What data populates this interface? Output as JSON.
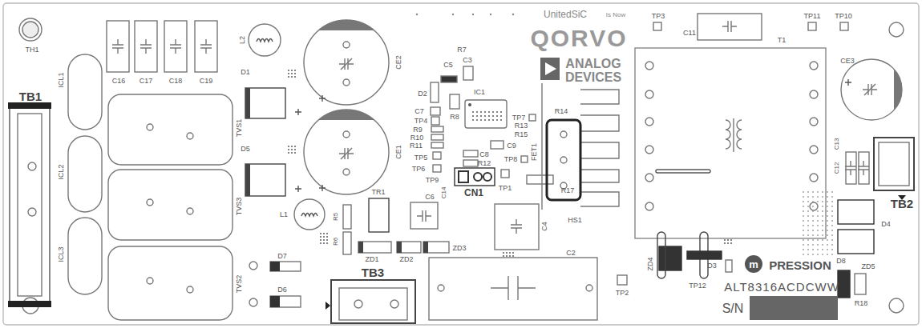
{
  "diagram": {
    "labels": [
      "TH1",
      "TB1",
      "ICL1",
      "ICL2",
      "ICL3",
      "C16",
      "C17",
      "C18",
      "C19",
      "L2",
      "D1",
      "TVS1",
      "D5",
      "TVS3",
      "TVS2",
      "CE2",
      "CE1",
      "L1",
      "R5",
      "R6",
      "TR1",
      "ZD1",
      "ZD2",
      "ZD3",
      "D7",
      "D6",
      "TB3",
      "C6",
      "C4",
      "C2",
      "TP2",
      "D2",
      "C5",
      "C3",
      "R7",
      "IC1",
      "C7",
      "TP4",
      "R8",
      "R9",
      "R10",
      "R11",
      "TP7",
      "R13",
      "R15",
      "C9",
      "C8",
      "R12",
      "TP8",
      "TP5",
      "TP6",
      "TP9",
      "C14",
      "CN1",
      "TP1",
      "R14",
      "FET1",
      "R17",
      "HS1",
      "UnitedSiC",
      "Is Now",
      "QORVO",
      "ANALOG",
      "DEVICES",
      "TP3",
      "C11",
      "T1",
      "TP11",
      "TP10",
      "CE3",
      "C13",
      "C12",
      "TB2",
      "D4",
      "ZD4",
      "D3",
      "TP12",
      "m",
      "PRESSION",
      "D8",
      "ZD5",
      "R18",
      "ALT8316ACDCWW",
      "S/N"
    ]
  }
}
